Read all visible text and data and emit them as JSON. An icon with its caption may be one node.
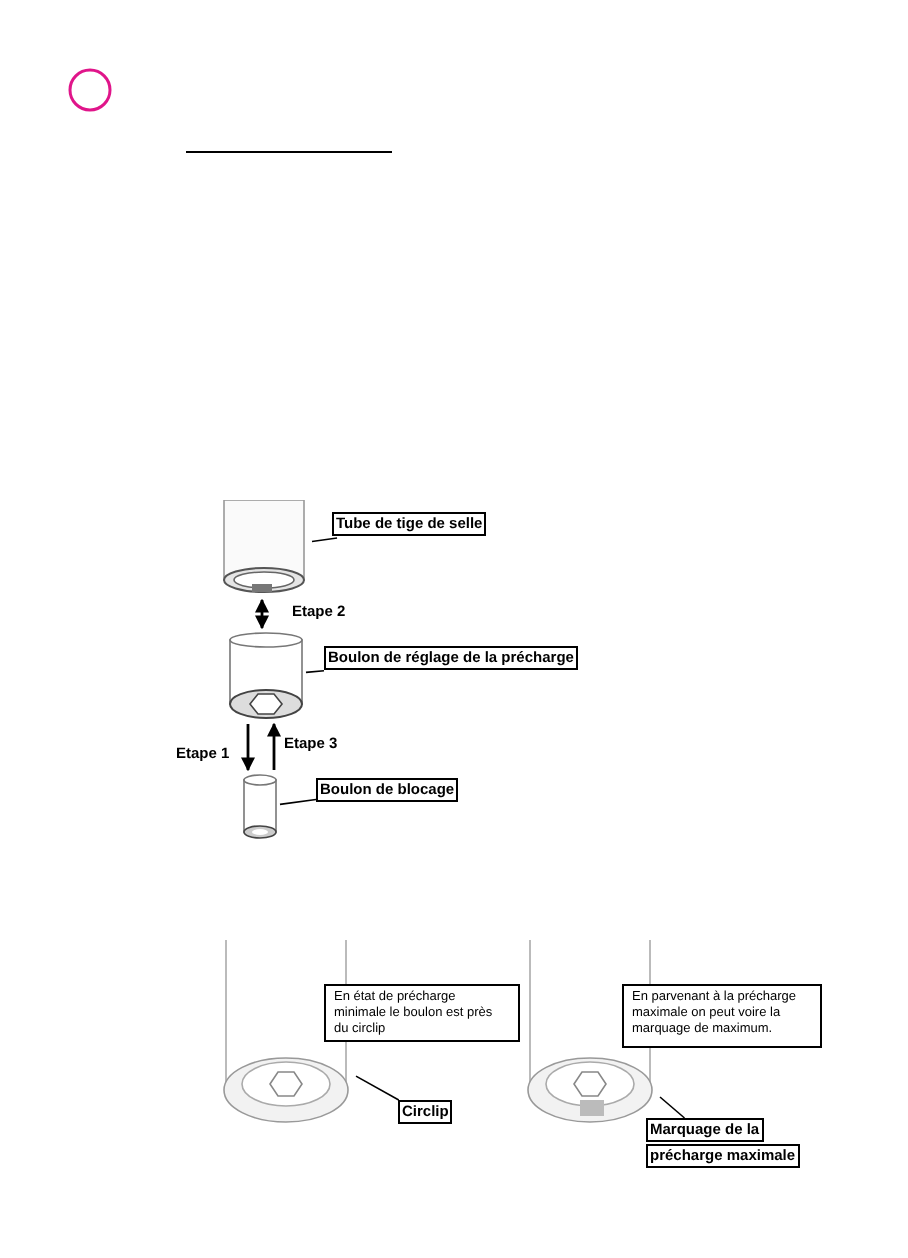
{
  "diagram": {
    "nodes": [
      {
        "text": [
          "Tube de tige de selle"
        ]
      },
      {
        "text": [],
        "shape": "cylinder"
      },
      {
        "text": [
          "Boulon de réglage de la précharge"
        ]
      },
      {
        "text": [],
        "shape": "cylinder"
      },
      {
        "text": [
          "Boulon de blocage"
        ]
      },
      {
        "text": [],
        "shape": "cylinder"
      },
      {
        "text": [
          "En état de précharge minimale le boulon est près du circlip"
        ]
      },
      {
        "text": [],
        "shape": "picture"
      },
      {
        "text": [
          "Circlip"
        ]
      },
      {
        "text": [
          "En parvenant à la précharge maximale on peut voire la marquage de maximum."
        ]
      },
      {
        "text": [],
        "shape": "picture"
      },
      {
        "text": [
          "Marquage de la",
          "précharge maximale"
        ]
      }
    ],
    "edges": [
      {
        "from": 0,
        "to": 1,
        "arrow": "none"
      },
      {
        "from": 1,
        "to": 3,
        "arrow": "both",
        "label": "Etape 2"
      },
      {
        "from": 2,
        "to": 3,
        "arrow": "none"
      },
      {
        "from": 3,
        "to": 5,
        "arrow": "to",
        "label": "Etape 1"
      },
      {
        "from": 5,
        "to": 3,
        "arrow": "to",
        "label": "Etape 3"
      },
      {
        "from": 4,
        "to": 5,
        "arrow": "none"
      },
      {
        "from": 8,
        "to": 7,
        "arrow": "none"
      },
      {
        "from": 11,
        "to": 10,
        "arrow": "none"
      }
    ]
  }
}
